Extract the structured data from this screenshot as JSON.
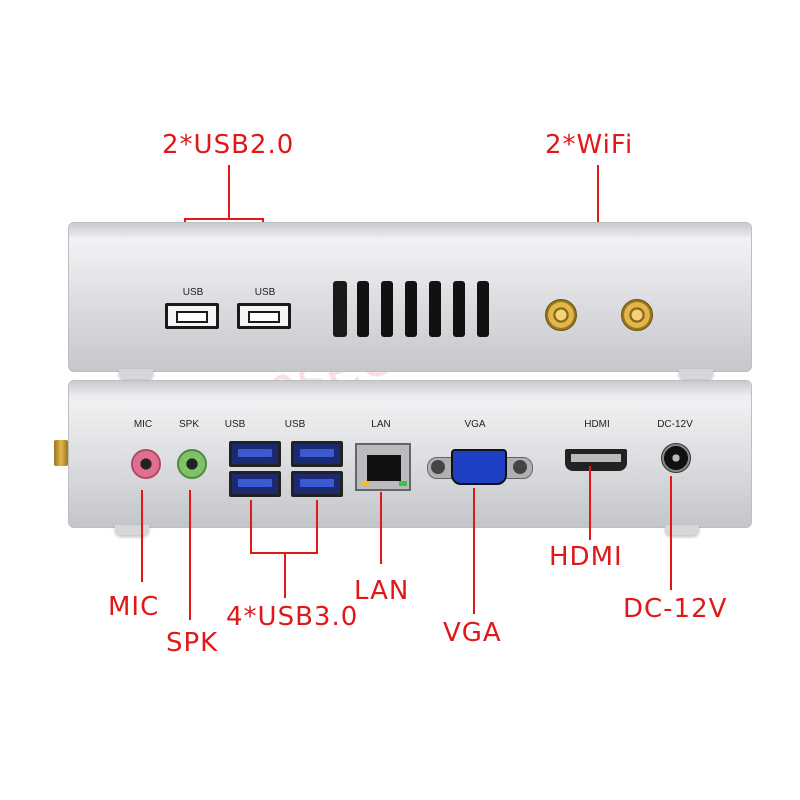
{
  "callouts": {
    "usb2": "2*USB2.0",
    "wifi": "2*WiFi",
    "mic": "MIC",
    "spk": "SPK",
    "usb3": "4*USB3.0",
    "lan": "LAN",
    "vga": "VGA",
    "hdmi": "HDMI",
    "dc": "DC-12V"
  },
  "port_labels": {
    "usb_top_left": "USB",
    "usb_top_right": "USB",
    "mic": "MIC",
    "spk": "SPK",
    "usb3_left": "USB",
    "usb3_right": "USB",
    "lan": "LAN",
    "vga": "VGA",
    "hdmi": "HDMI",
    "dc": "DC-12V"
  },
  "watermark": "msecore",
  "colors": {
    "callout": "#e01818",
    "chassis": "#dcdde0",
    "usb3_blue": "#1b2a72",
    "vga_blue": "#1f3fc4",
    "mic_pink": "#e07090",
    "spk_green": "#7fc06a",
    "antenna_gold": "#d9ad45"
  }
}
